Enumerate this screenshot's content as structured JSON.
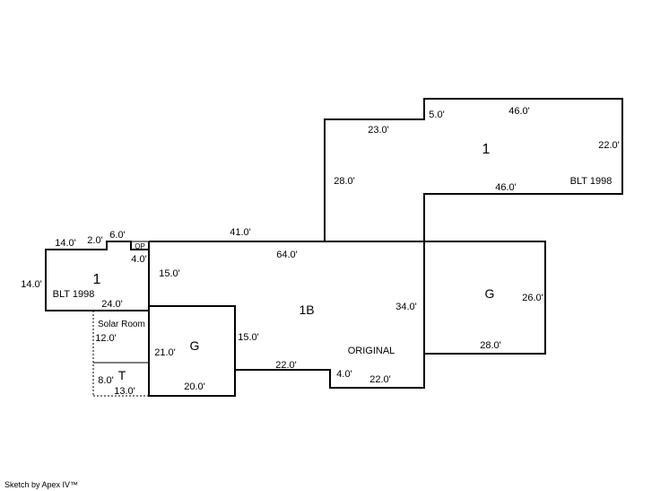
{
  "footer": "Sketch by Apex IV™",
  "areas": {
    "upper_right": {
      "code": "1",
      "note": "BLT 1998"
    },
    "left_addition": {
      "code": "1",
      "note": "BLT 1998"
    },
    "main": {
      "code": "1B",
      "note": "ORIGINAL"
    },
    "garage_left": {
      "code": "G"
    },
    "garage_right": {
      "code": "G"
    },
    "solar_room": {
      "name": "Solar Room"
    },
    "terrace": {
      "code": "T"
    },
    "op": {
      "code": "OP"
    }
  },
  "dims": {
    "ur_top_46": "46.0'",
    "ur_step_5": "5.0'",
    "ur_top_23": "23.0'",
    "ur_right_22": "22.0'",
    "ur_left_28": "28.0'",
    "ur_bottom_46": "46.0'",
    "main_top_41": "41.0'",
    "main_64": "64.0'",
    "main_left_15": "15.0'",
    "main_right_34": "34.0'",
    "main_bottom_22a": "22.0'",
    "main_step_4": "4.0'",
    "main_bottom_22b": "22.0'",
    "la_top_14": "14.0'",
    "la_2": "2.0'",
    "la_6": "6.0'",
    "la_4": "4.0'",
    "la_left_14": "14.0'",
    "la_bottom_24": "24.0'",
    "gl_right_15": "15.0'",
    "gl_left_21": "21.0'",
    "gl_bottom_20": "20.0'",
    "gr_right_26": "26.0'",
    "gr_bottom_28": "28.0'",
    "sr_12": "12.0'",
    "t_8": "8.0'",
    "t_13": "13.0'"
  }
}
